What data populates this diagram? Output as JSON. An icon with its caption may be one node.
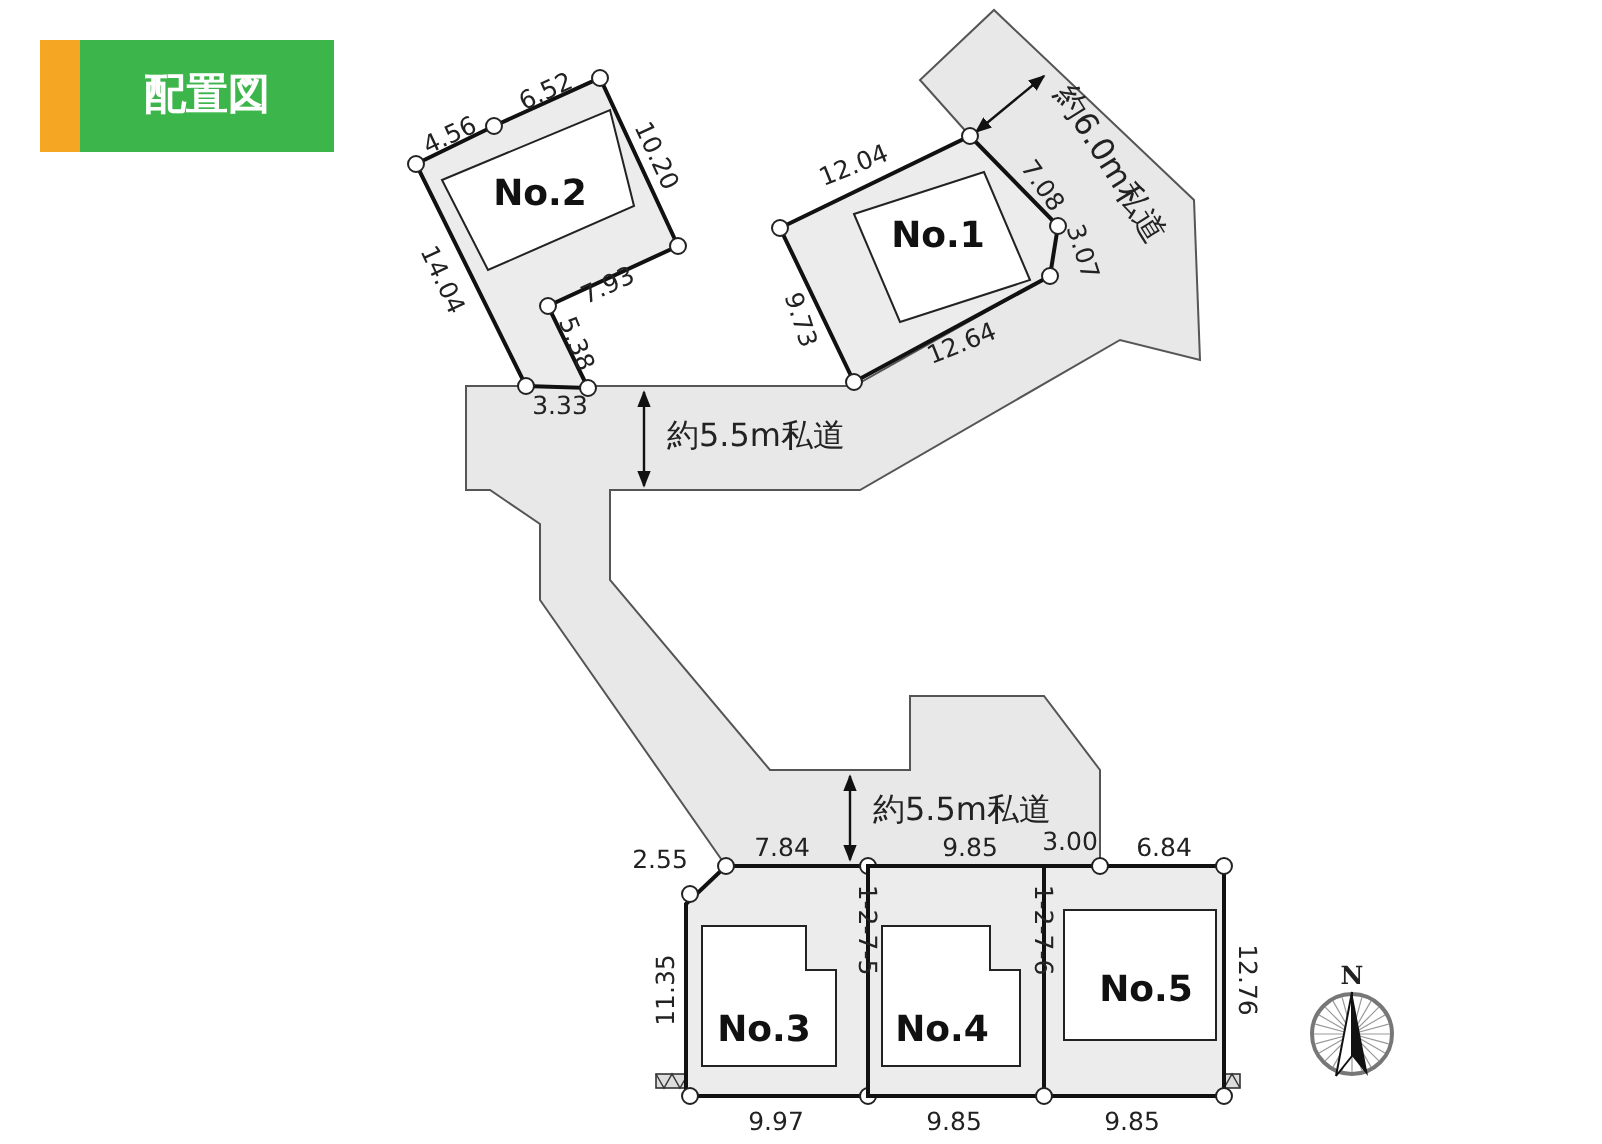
{
  "diagram": {
    "title": "配置図",
    "nodes": [
      {
        "text": [
          "No.2"
        ]
      },
      {
        "text": [
          "No.1"
        ]
      },
      {
        "text": [
          "No.3"
        ]
      },
      {
        "text": [
          "No.4"
        ]
      },
      {
        "text": [
          "No.5"
        ]
      }
    ],
    "labels": [
      "4.56",
      "6.52",
      "10.20",
      "12.04",
      "7.08",
      "約6.0m私道",
      "14.04",
      "9.73",
      "3.07",
      "7.93",
      "5.38",
      "12.64",
      "3.33",
      "約5.5m私道",
      "約5.5m私道",
      "2.55",
      "7.84",
      "9.85",
      "3.00",
      "6.84",
      "1-2-7-5",
      "1-2-7-6",
      "11.35",
      "12.76",
      "N",
      "9.97",
      "9.85",
      "9.85"
    ]
  }
}
